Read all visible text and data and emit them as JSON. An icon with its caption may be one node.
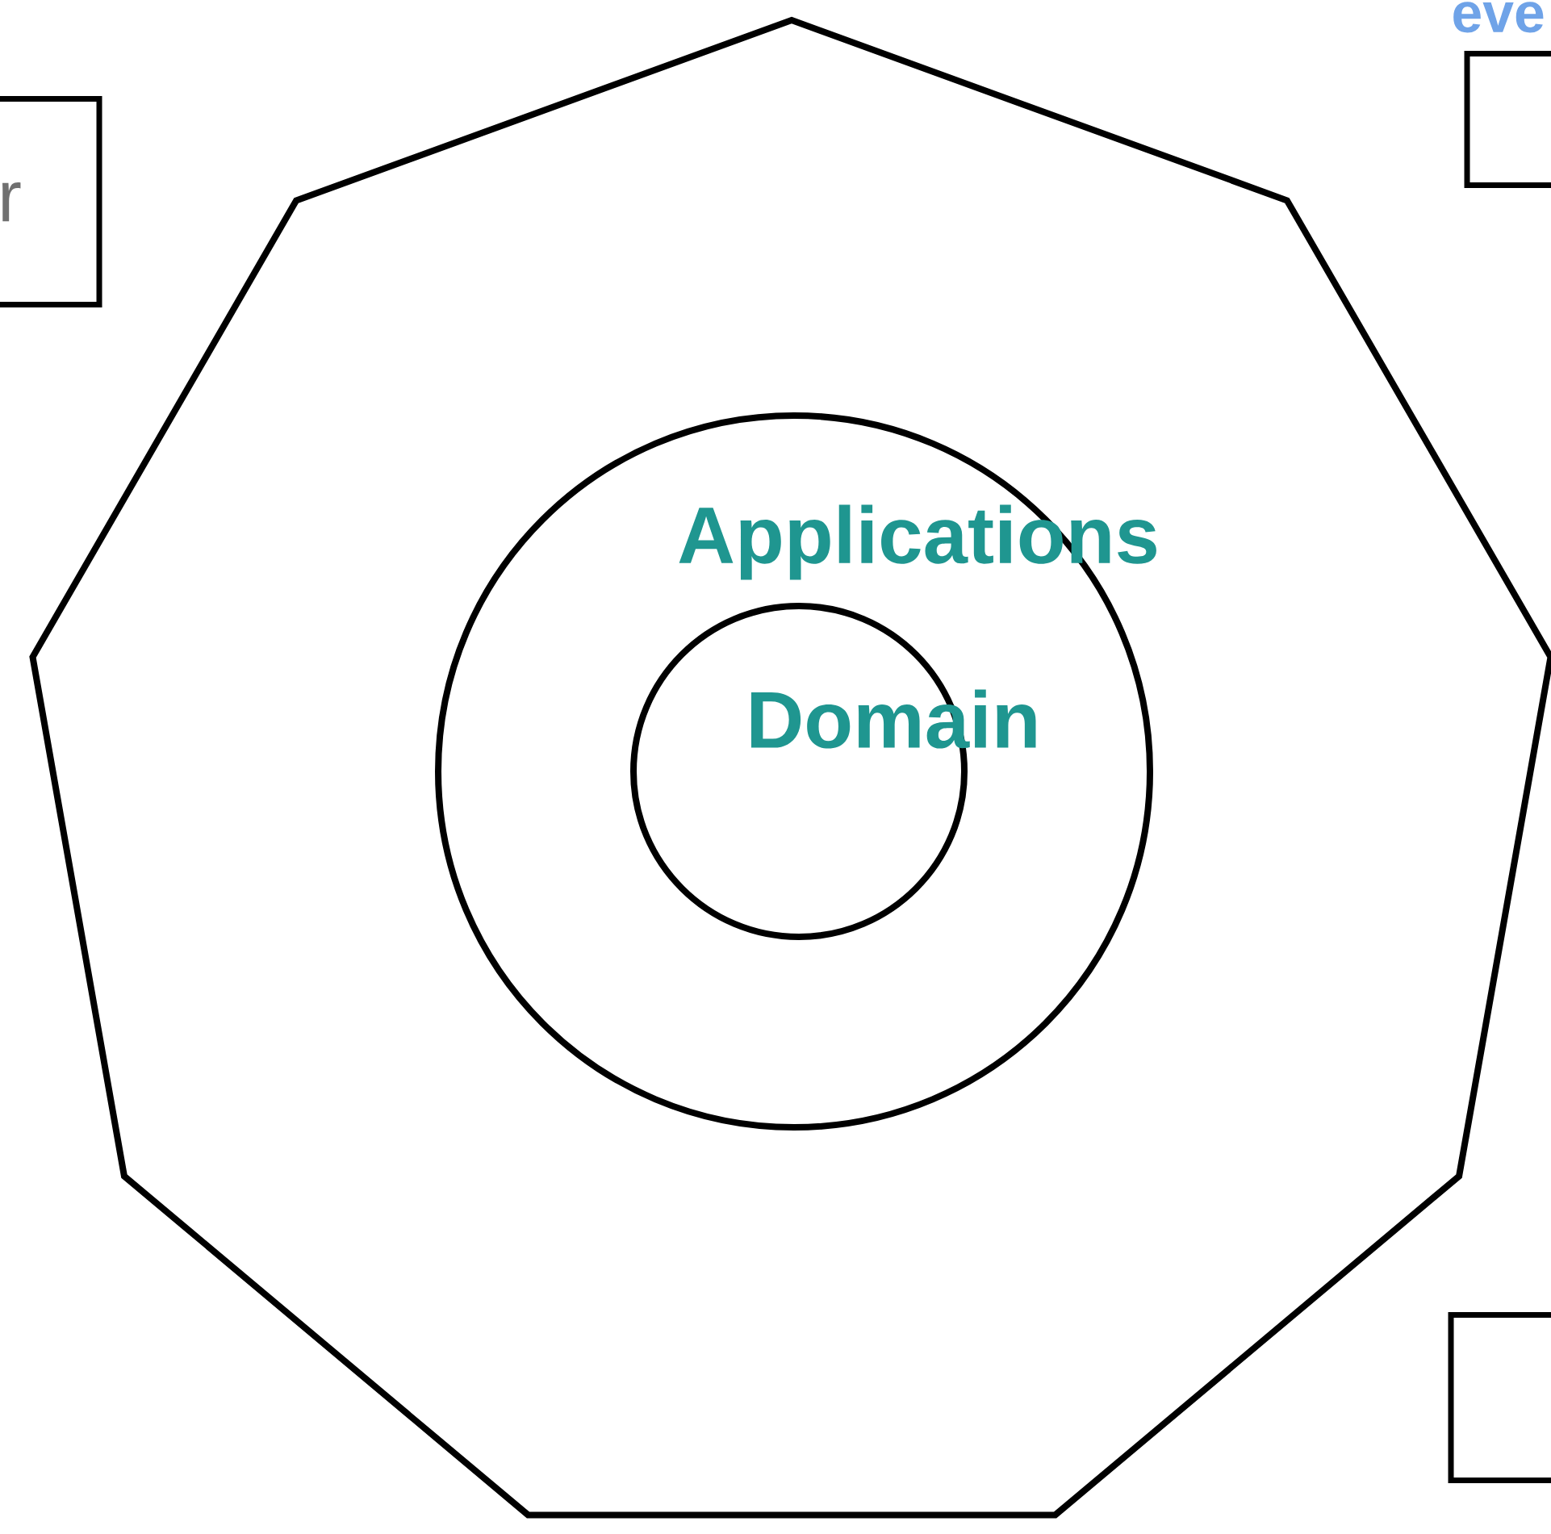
{
  "diagram": {
    "nodes": [
      {
        "text": [],
        "shape": "nonagon"
      },
      {
        "text": [
          "Applications"
        ],
        "in": 0
      },
      {
        "text": [
          "Domain"
        ],
        "in": 1
      },
      {
        "text": [
          "r"
        ]
      },
      {
        "text": [],
        "shape": "box"
      },
      {
        "text": [],
        "shape": "box"
      }
    ],
    "labels": [
      "eve"
    ]
  }
}
